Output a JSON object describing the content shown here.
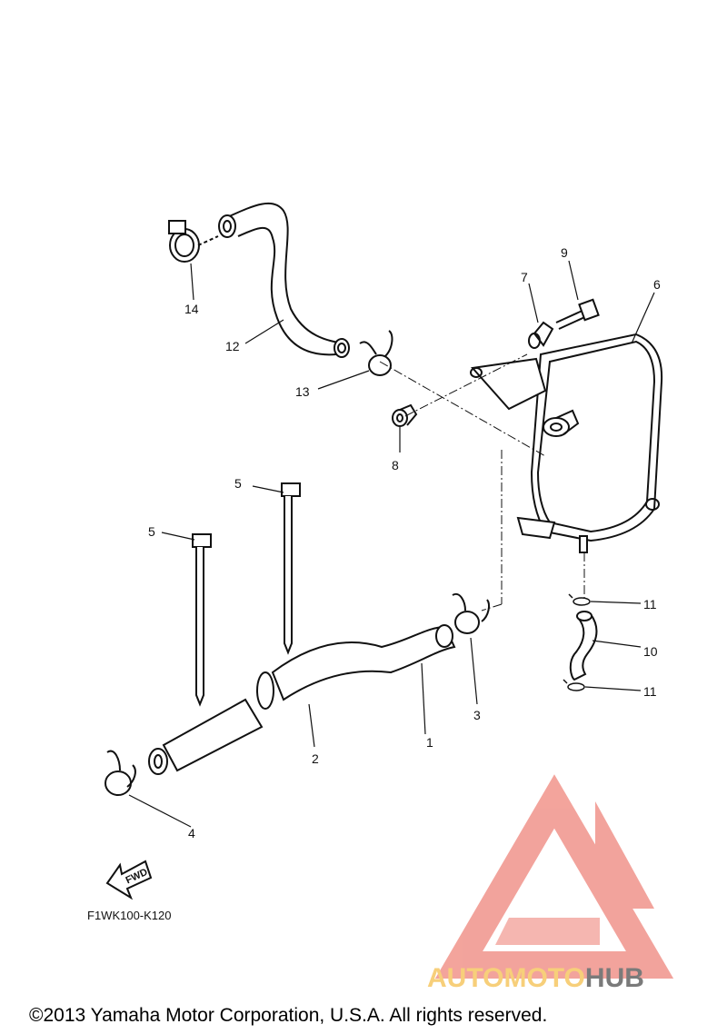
{
  "diagram": {
    "code": "F1WK100-K120",
    "fwd_label": "FWD",
    "copyright": "©2013 Yamaha Motor Corporation, U.S.A. All rights reserved.",
    "callouts": [
      "1",
      "2",
      "3",
      "4",
      "5",
      "5",
      "6",
      "7",
      "8",
      "9",
      "10",
      "11",
      "11",
      "12",
      "13",
      "14"
    ]
  },
  "watermark": {
    "brand_part1": "AUTOMOTO",
    "brand_part2": "HUB",
    "color_primary": "#f29f97",
    "color_secondary": "#f7cf7a",
    "color_dark": "#7a7a7a"
  }
}
